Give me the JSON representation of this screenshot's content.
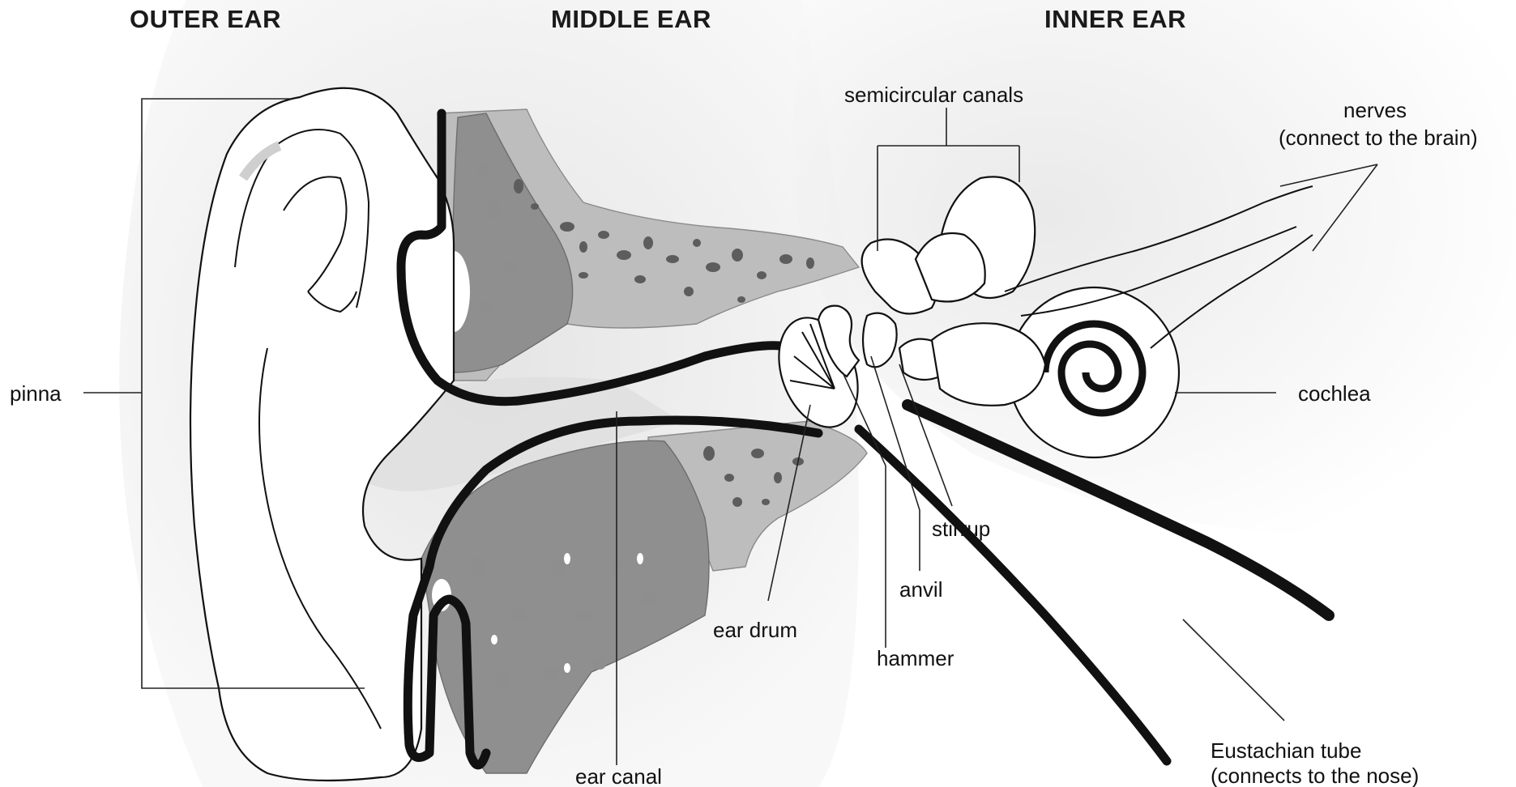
{
  "sections": {
    "outer": "OUTER EAR",
    "middle": "MIDDLE EAR",
    "inner": "INNER EAR"
  },
  "labels": {
    "pinna": "pinna",
    "ear_canal": "ear canal",
    "ear_drum": "ear drum",
    "hammer": "hammer",
    "anvil": "anvil",
    "stirrup": "stirrup",
    "semicircular_canals": "semicircular canals",
    "nerves_line1": "nerves",
    "nerves_line2": "(connect to the brain)",
    "cochlea": "cochlea",
    "eustachian_line1": "Eustachian tube",
    "eustachian_line2": "(connects to the nose)"
  },
  "colors": {
    "bone_dark": "#8f8f8f",
    "bone_light": "#bdbdbd",
    "background_shade": "#e9e9e9",
    "ink": "#111111"
  }
}
